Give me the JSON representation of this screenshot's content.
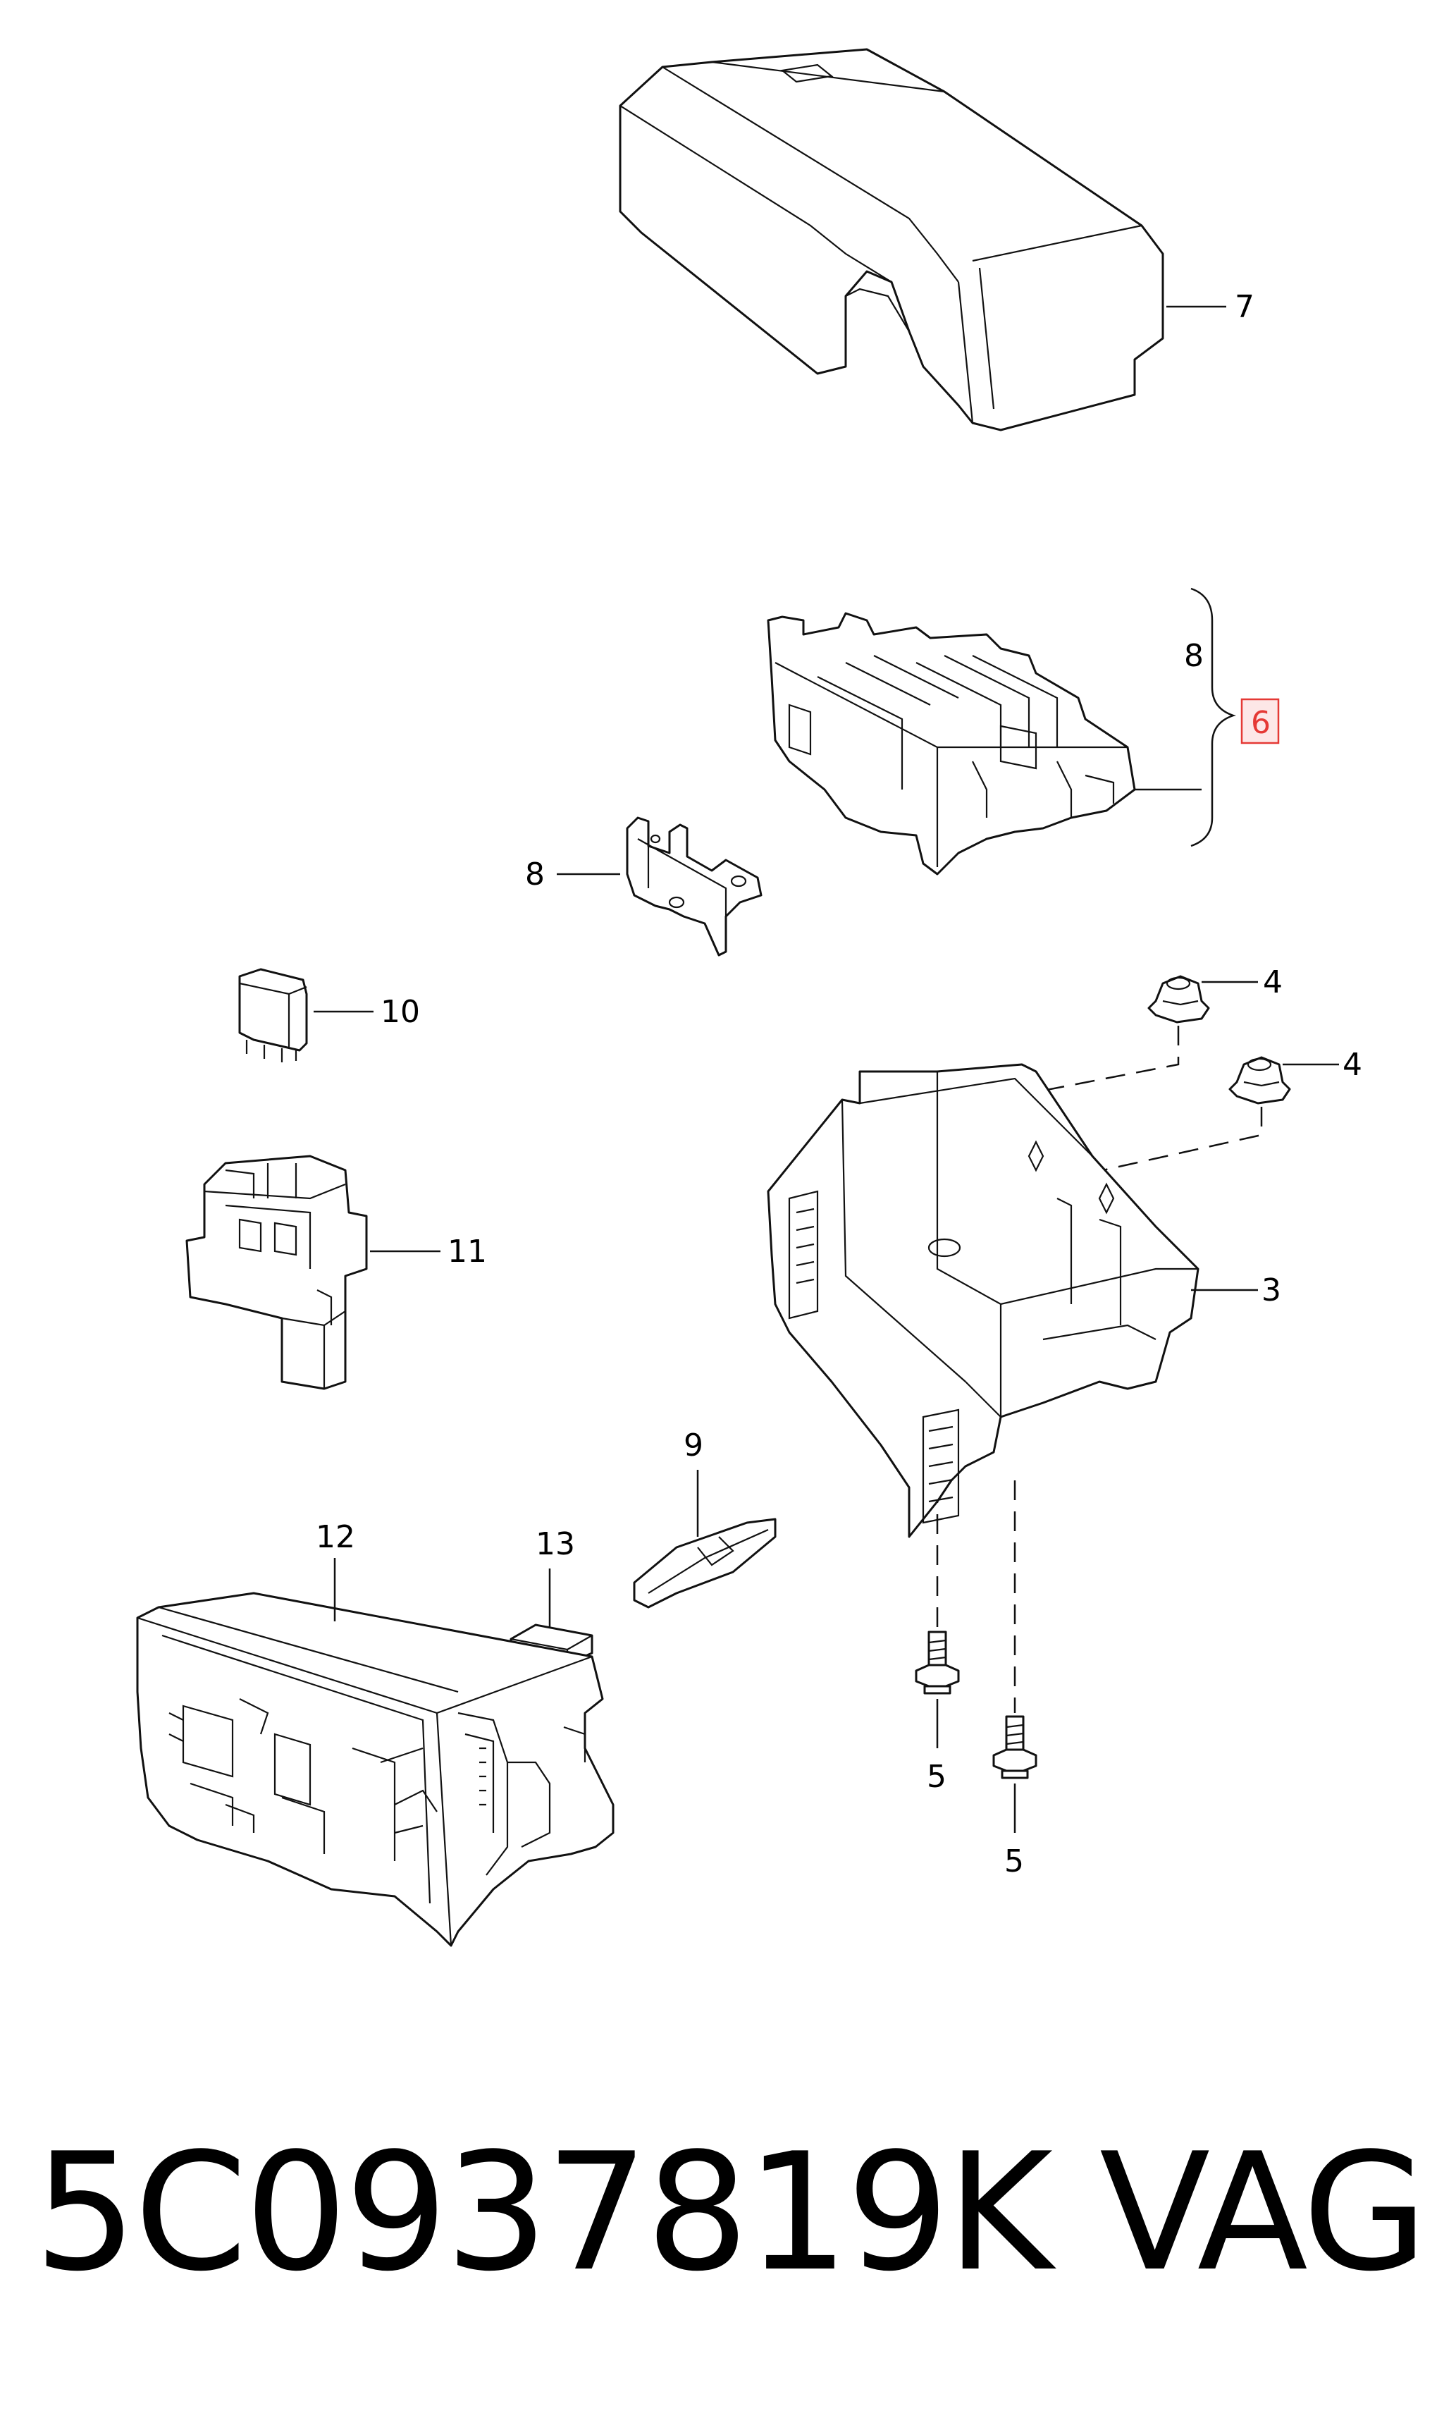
{
  "callouts": {
    "c7": "7",
    "c8_bracket": "8",
    "c6": "6",
    "c8": "8",
    "c10": "10",
    "c4_a": "4",
    "c4_b": "4",
    "c11": "11",
    "c3": "3",
    "c9": "9",
    "c12": "12",
    "c13": "13",
    "c5_a": "5",
    "c5_b": "5"
  },
  "highlight_color": "#e53935",
  "highlight_fill": "#fde7e7",
  "footer": {
    "part_number": "5C0937819K",
    "brand": "VAG"
  }
}
